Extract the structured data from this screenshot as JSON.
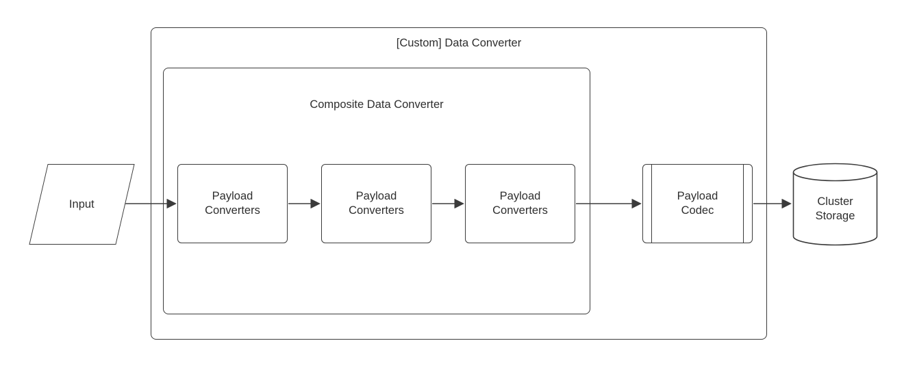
{
  "diagram": {
    "outer_container": {
      "label": "[Custom] Data Converter"
    },
    "inner_container": {
      "label": "Composite Data Converter"
    },
    "nodes": {
      "input": {
        "label": "Input",
        "shape": "parallelogram"
      },
      "payload_converter_1": {
        "label": "Payload\nConverters",
        "shape": "rounded-rectangle"
      },
      "payload_converter_2": {
        "label": "Payload\nConverters",
        "shape": "rounded-rectangle"
      },
      "payload_converter_3": {
        "label": "Payload\nConverters",
        "shape": "rounded-rectangle"
      },
      "payload_codec": {
        "label": "Payload\nCodec",
        "shape": "predefined-process"
      },
      "cluster_storage": {
        "label": "Cluster\nStorage",
        "shape": "cylinder"
      }
    },
    "flow": [
      "Input -> Payload Converters (1)",
      "Payload Converters (1) -> Payload Converters (2)",
      "Payload Converters (2) -> Payload Converters (3)",
      "Payload Converters (3) -> Payload Codec",
      "Payload Codec -> Cluster Storage"
    ],
    "colors": {
      "stroke": "#3b3b3b",
      "text": "#2e2e2e",
      "background": "#ffffff"
    }
  }
}
